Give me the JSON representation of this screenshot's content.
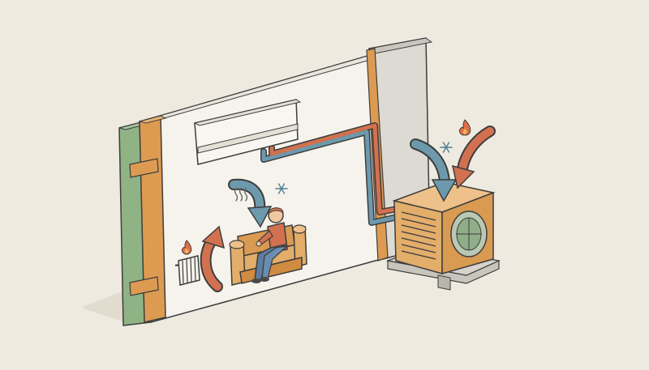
{
  "diagram": {
    "subject": "heat-pump-split-system",
    "elements": {
      "wall": "interior-wall-cutaway",
      "indoor_unit": "wall-mounted-air-handler",
      "outdoor_unit": "outdoor-condenser-unit",
      "refrigerant_lines": [
        "hot-line",
        "cold-line"
      ],
      "occupant": "person-on-sofa",
      "radiator": "radiator"
    },
    "icons": [
      "fire-icon",
      "snowflake-icon",
      "heat-waves-icon"
    ],
    "flows": [
      {
        "name": "outdoor-heat-in",
        "color": "#d2714f"
      },
      {
        "name": "outdoor-cool-air",
        "color": "#5f8fa3"
      },
      {
        "name": "indoor-cool-air",
        "color": "#5f8fa3"
      },
      {
        "name": "indoor-warm-air",
        "color": "#d2714f"
      }
    ],
    "colors": {
      "background": "#efeae0",
      "wall": "#f4f1ea",
      "wood_trim": "#d99a52",
      "insulation": "#8caf82",
      "outline": "#3d3d3d",
      "warm": "#d2714f",
      "cool": "#5f8fa3",
      "sofa": "#d79b55",
      "shirt": "#d0714e",
      "pants": "#5d7ea0"
    }
  }
}
